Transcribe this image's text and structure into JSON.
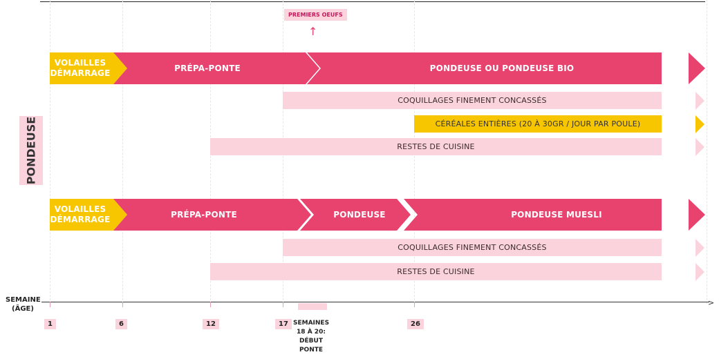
{
  "colors": {
    "pink": "#e8426f",
    "light_pink": "#fbd3dc",
    "yellow": "#f8c600"
  },
  "side_label": "PONDEUSE",
  "note": {
    "text": "PREMIERS OEUFS",
    "arrow": "↑"
  },
  "group1": {
    "phases": [
      "VOLAILLES DÉMARRAGE",
      "PRÉPA-PONTE",
      "PONDEUSE OU PONDEUSE BIO"
    ],
    "supplements": [
      "COQUILLAGES FINEMENT CONCASSÉS",
      "CÉRÉALES ENTIÈRES (20 À 30GR / JOUR PAR POULE)",
      "RESTES DE CUISINE"
    ]
  },
  "group2": {
    "phases": [
      "VOLAILLES DÉMARRAGE",
      "PRÉPA-PONTE",
      "PONDEUSE",
      "PONDEUSE MUESLI"
    ],
    "supplements": [
      "COQUILLAGES FINEMENT CONCASSÉS",
      "RESTES DE CUISINE"
    ]
  },
  "axis": {
    "label": "SEMAINE (ÂGE)",
    "weeks": [
      "1",
      "6",
      "12",
      "17",
      "26"
    ],
    "range_note": "SEMAINES 18 À 20: DÉBUT PONTE"
  }
}
